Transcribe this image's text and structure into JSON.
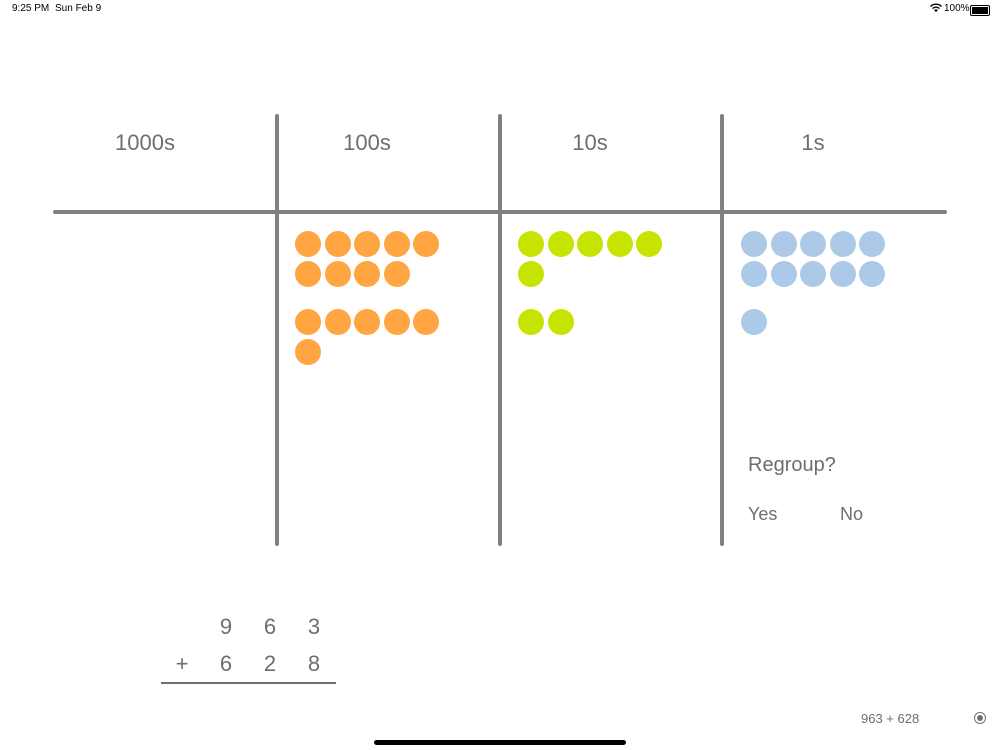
{
  "status": {
    "time": "9:25 PM",
    "date": "Sun Feb 9",
    "battery": "100%"
  },
  "columns": [
    {
      "label": "1000s",
      "groups": [
        0,
        0
      ],
      "color": "#FFA541"
    },
    {
      "label": "100s",
      "groups": [
        9,
        6
      ],
      "color": "#FFA541"
    },
    {
      "label": "10s",
      "groups": [
        6,
        2
      ],
      "color": "#C6E400"
    },
    {
      "label": "1s",
      "groups": [
        10,
        1
      ],
      "color": "#ADC9E8"
    }
  ],
  "regroup": {
    "question": "Regroup?",
    "yes": "Yes",
    "no": "No"
  },
  "problem": {
    "top": [
      "9",
      "6",
      "3"
    ],
    "bottom": [
      "6",
      "2",
      "8"
    ],
    "operator": "+",
    "summary": "963 + 628"
  }
}
